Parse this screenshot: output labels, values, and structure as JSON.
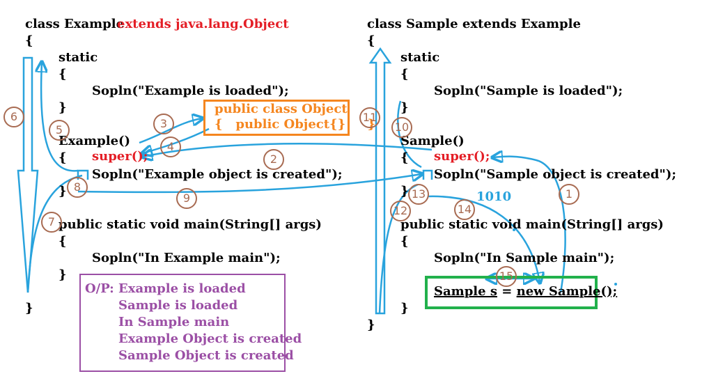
{
  "left_class": {
    "header": "class Example",
    "extends": "extends java.lang.Object",
    "open_brace": "{",
    "static": "static",
    "static_open": "{",
    "static_body": "Sopln(\"Example is loaded\");",
    "static_close": "}",
    "ctor": "Example()",
    "ctor_open": "{",
    "super_call": "super();",
    "ctor_body": "Sopln(\"Example object is created\");",
    "ctor_close": "}",
    "main_sig": "public static void main(String[] args)",
    "main_open": "{",
    "main_body": "Sopln(\"In Example main\");",
    "main_close": "}",
    "close_brace": "}"
  },
  "object_box": {
    "line1": "public class Object",
    "line2": "{   public Object{}     }"
  },
  "right_class": {
    "header": "class Sample extends Example",
    "open_brace": "{",
    "static": "static",
    "static_open": "{",
    "static_body": "Sopln(\"Sample is loaded\");",
    "static_close": "}",
    "ctor": "Sample()",
    "ctor_open": "{",
    "super_call": "super();",
    "ctor_body": "Sopln(\"Sample object is created\");",
    "ctor_close": "}",
    "main_sig": "public static void main(String[] args)",
    "main_open": "{",
    "main_body": "Sopln(\"In Sample main\");",
    "new_stmt_a": "Sample s",
    "new_stmt_b": " = ",
    "new_stmt_c": "new Sample();",
    "main_close": "}",
    "close_brace": "}"
  },
  "address_label": "1010",
  "output": {
    "prefix": "O/P:",
    "lines": [
      "Example is loaded",
      "Sample is loaded",
      "In Sample main",
      "Example Object is created",
      "Sample Object is created"
    ]
  },
  "steps": [
    "1",
    "2",
    "3",
    "4",
    "5",
    "6",
    "7",
    "8",
    "9",
    "10",
    "11",
    "12",
    "13",
    "14",
    "15"
  ],
  "colors": {
    "arrow": "#29a3dd",
    "step_circle": "#a86b52",
    "keyword_red": "#e41e26",
    "object_box": "#f5861f",
    "instance_box": "#22b14c",
    "output_box": "#9b4fa5"
  }
}
